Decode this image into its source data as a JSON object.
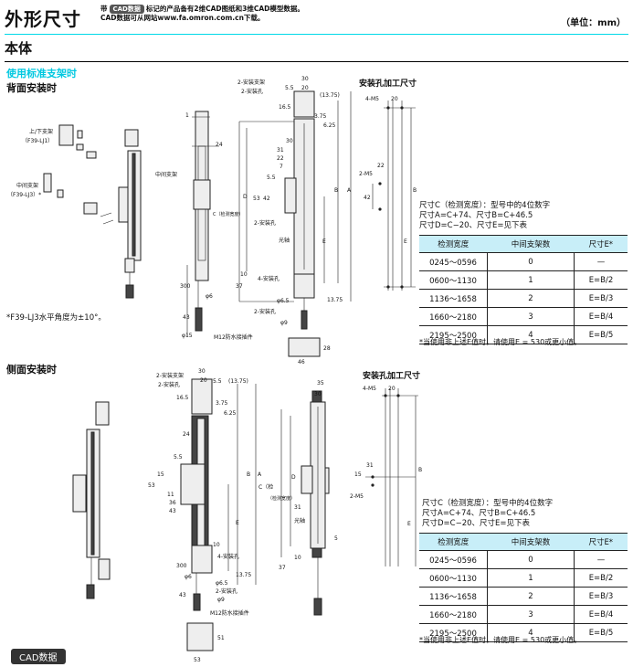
{
  "header": {
    "title": "外形尺寸",
    "note_line1_prefix": "带",
    "note_badge": "CAD数据",
    "note_line1_suffix": "标记的产品备有2维CAD图纸和3维CAD模型数据。",
    "note_line2": "CAD数据可从网站www.fa.omron.com.cn下载。",
    "unit": "（单位：mm）"
  },
  "section": "本体",
  "subsection": "使用标准支架时",
  "back": {
    "heading": "背面安装时",
    "exploded_labels": [
      "上/下支架",
      "（F39-LJ1）",
      "中间支架",
      "（F39-LJ3）*"
    ],
    "angle_note": "*F39-LJ3水平角度为±10°。",
    "side_labels": [
      "1",
      "24",
      "中间支架",
      "C（检测宽度）",
      "300",
      "φ6",
      "43",
      "φ15",
      "M12防水接插件"
    ],
    "front_labels": [
      "2-安装支架",
      "2-安装孔",
      "5.5",
      "30",
      "20",
      "(13.75)",
      "16.5",
      "3.75",
      "6.25",
      "30",
      "31",
      "22",
      "7",
      "5.5",
      "53",
      "42",
      "D",
      "2-安装孔",
      "光轴",
      "E",
      "B",
      "A",
      "10",
      "37",
      "4-安装孔",
      "φ6.5",
      "2-安装孔",
      "φ9",
      "13.75",
      "28",
      "46"
    ],
    "hole_title": "安装孔加工尺寸",
    "hole_labels": [
      "4-M5",
      "20",
      "22",
      "2-M5",
      "42",
      "B",
      "E"
    ],
    "desc": [
      "尺寸C（检测宽度）：型号中的4位数字",
      "尺寸A=C+74、尺寸B=C+46.5",
      "尺寸D=C−20、尺寸E=见下表"
    ],
    "table": {
      "headers": [
        "检测宽度",
        "中间支架数",
        "尺寸E*"
      ],
      "rows": [
        [
          "0245～0596",
          "0",
          "—"
        ],
        [
          "0600～1130",
          "1",
          "E=B/2"
        ],
        [
          "1136～1658",
          "2",
          "E=B/3"
        ],
        [
          "1660～2180",
          "3",
          "E=B/4"
        ],
        [
          "2195～2500",
          "4",
          "E=B/5"
        ]
      ]
    },
    "table_note": "*当使用非上述E值时，请使用E = 530或更小值。"
  },
  "side": {
    "heading": "侧面安装时",
    "main_labels": [
      "2-安装支架",
      "2-安装孔",
      "30",
      "20",
      "5.5",
      "(13.75)",
      "16.5",
      "3.75",
      "6.25",
      "24",
      "5.5",
      "15",
      "53",
      "11",
      "36",
      "43",
      "E",
      "B",
      "A",
      "C（检",
      "10",
      "4-安装孔",
      "300",
      "φ6",
      "13.75",
      "φ6.5",
      "2-安装孔",
      "φ9",
      "43",
      "M12防水接插件",
      "51",
      "53"
    ],
    "front_labels": [
      "35",
      "30",
      "D",
      "（检测宽度）",
      "31",
      "光轴",
      "5",
      "10",
      "37"
    ],
    "hole_title": "安装孔加工尺寸",
    "hole_labels": [
      "4-M5",
      "20",
      "31",
      "15",
      "2-M5",
      "B",
      "E"
    ],
    "desc": [
      "尺寸C（检测宽度）：型号中的4位数字",
      "尺寸A=C+74、尺寸B=C+46.5",
      "尺寸D=C−20、尺寸E=见下表"
    ],
    "table": {
      "headers": [
        "检测宽度",
        "中间支架数",
        "尺寸E*"
      ],
      "rows": [
        [
          "0245～0596",
          "0",
          "—"
        ],
        [
          "0600～1130",
          "1",
          "E=B/2"
        ],
        [
          "1136～1658",
          "2",
          "E=B/3"
        ],
        [
          "1660～2180",
          "3",
          "E=B/4"
        ],
        [
          "2195～2500",
          "4",
          "E=B/5"
        ]
      ]
    },
    "table_note": "*当使用非上述E值时，请使用E = 530或更小值。"
  },
  "cad_badge": "CAD数据"
}
